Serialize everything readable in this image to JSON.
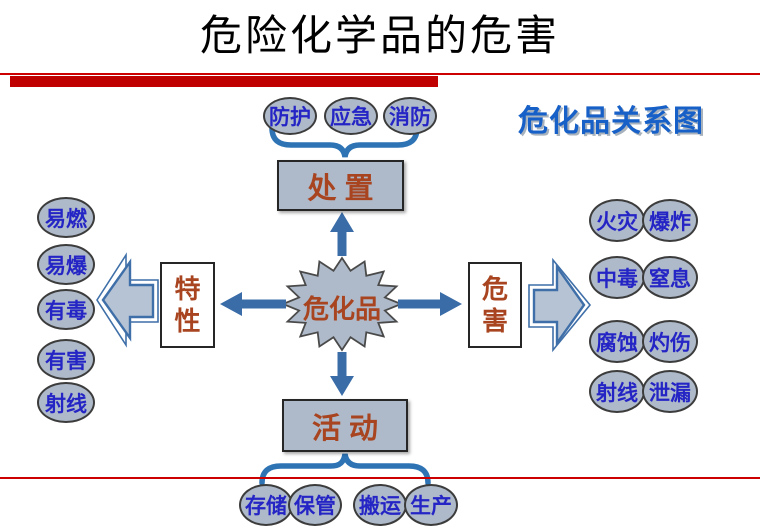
{
  "slide": {
    "title": "危险化学品的危害",
    "caption": "危化品关系图"
  },
  "center_label": "危化品",
  "boxes": {
    "top": "处置",
    "bottom": "活动",
    "left": "特性",
    "right": "危害"
  },
  "top_ellipses": [
    "防护",
    "应急",
    "消防"
  ],
  "left_ellipses": [
    "易燃",
    "易爆",
    "有毒",
    "有害",
    "射线"
  ],
  "right_ellipses": [
    [
      "火灾",
      "爆炸"
    ],
    [
      "中毒",
      "窒息"
    ],
    [
      "腐蚀",
      "灼伤"
    ],
    [
      "射线",
      "泄漏"
    ]
  ],
  "bottom_ellipses": [
    "存储",
    "保管",
    "搬运",
    "生产"
  ],
  "colors": {
    "bar_red": "#c00000",
    "line_red": "#cc0000",
    "caption_blue": "#1660c8",
    "label_blue": "#2525c5",
    "rust": "#a8441f",
    "ellipse_fill": "#aebac9",
    "ellipse_border": "#3c3c3c",
    "arrow_blue": "#3a6ca8",
    "brace_blue": "#2e74b5",
    "block_arrow_fill": "#b6c3d4",
    "block_arrow_border": "#3f6fa8"
  }
}
